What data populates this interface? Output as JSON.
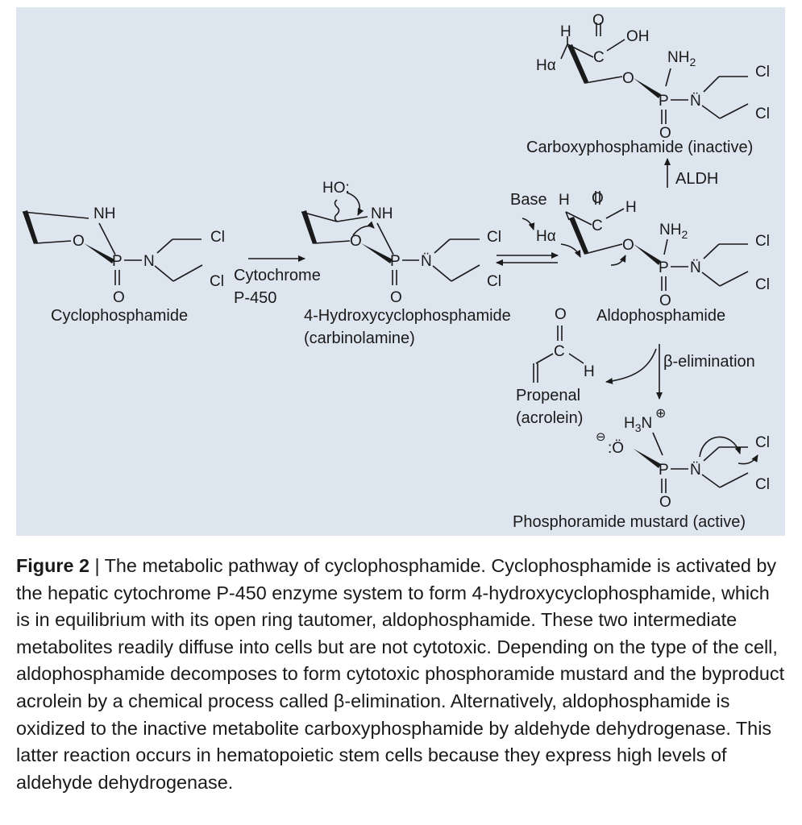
{
  "figure": {
    "compounds": {
      "cyclophosphamide": "Cyclophosphamide",
      "hydroxy": "4-Hydroxycyclophosphamide",
      "hydroxy_sub": "(carbinolamine)",
      "aldophosphamide": "Aldophosphamide",
      "carboxyphosphamide": "Carboxyphosphamide (inactive)",
      "propenal": "Propenal",
      "acrolein": "(acrolein)",
      "mustard": "Phosphoramide mustard (active)"
    },
    "steps": {
      "cyp_line1": "Cytochrome",
      "cyp_line2": "P-450",
      "aldh": "ALDH",
      "beta": "β-elimination",
      "base": "Base"
    },
    "atoms": {
      "nh": "NH",
      "o": "O",
      "p": "P",
      "n": "N",
      "n_lp": "N̈",
      "cl": "Cl",
      "h": "H",
      "c": "C",
      "oh": "OH",
      "ho": "HO:",
      "halpha": "Hα",
      "nh2": "NH",
      "sub2": "2",
      "h3n_h": "H",
      "h3n_3": "3",
      "h3n_n": "N",
      "plus": "⊕",
      "minus": "⊖",
      "o_lp": ":Ö"
    }
  },
  "caption": {
    "label": "Figure 2",
    "separator": " | ",
    "text": "The metabolic pathway of cyclophosphamide. Cyclophosphamide is activated by the hepatic cytochrome P-450 enzyme system to form 4-hydroxycyclophosphamide, which is in equilibrium with its open ring tautomer, aldophosphamide. These two intermediate metabolites readily diffuse into cells but are not cytotoxic. Depending on the type of the cell, aldophosphamide decomposes to form cytotoxic phosphoramide mustard and the byproduct acrolein by a chemical process called β-elimination. Alternatively, aldophosphamide is oxidized to the inactive metabolite carboxyphosphamide by aldehyde dehydrogenase. This latter reaction occurs in hematopoietic stem cells because they express high levels of aldehyde dehydrogenase."
  },
  "colors": {
    "panel": "#dde5ee",
    "ink": "#1a1a1a"
  }
}
